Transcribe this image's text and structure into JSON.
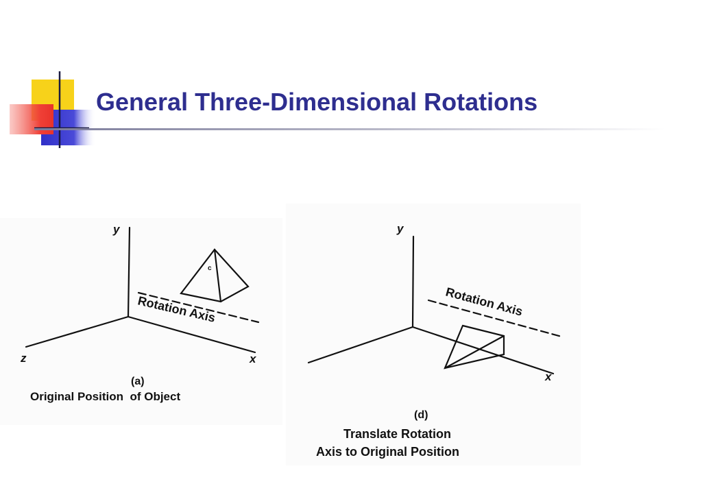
{
  "slide": {
    "title": "General Three-Dimensional Rotations"
  },
  "figure_a": {
    "y_label": "y",
    "x_label": "x",
    "z_label": "z",
    "axis_label": "Rotation Axis",
    "apex_label": "c",
    "caption_letter": "(a)",
    "caption": "Original Position  of Object"
  },
  "figure_d": {
    "y_label": "y",
    "x_label": "x",
    "axis_label": "Rotation Axis",
    "caption_letter": "(d)",
    "caption_line1": "Translate Rotation",
    "caption_line2": "Axis to Original Position"
  },
  "colors": {
    "title": "#2e2e8f",
    "logo_yellow": "#f7d21a",
    "logo_red": "#f0483c",
    "logo_blue": "#3a3ad0"
  }
}
